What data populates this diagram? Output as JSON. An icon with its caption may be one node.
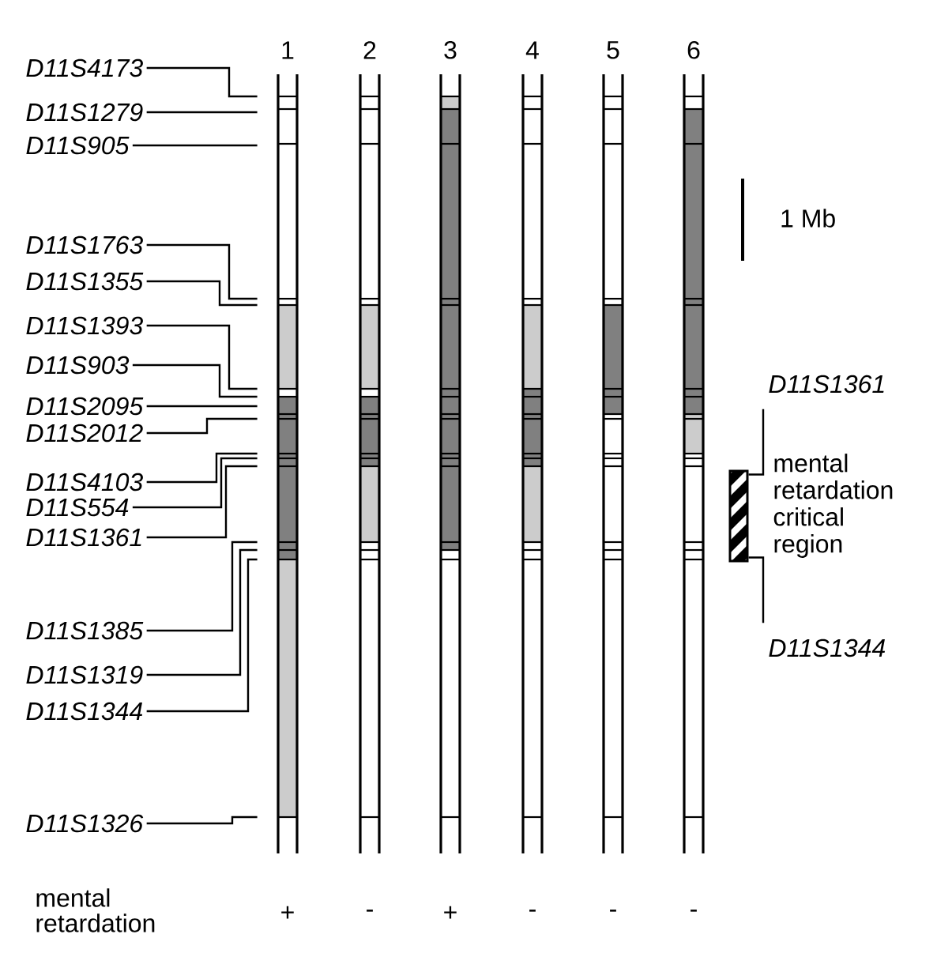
{
  "diagram": {
    "nodes": [
      {
        "text": [
          "D11S4173"
        ]
      },
      {
        "text": [
          "D11S1279"
        ]
      },
      {
        "text": [
          "D11S905"
        ]
      },
      {
        "text": [
          "D11S1763"
        ]
      },
      {
        "text": [
          "D11S1355"
        ]
      },
      {
        "text": [
          "D11S1393"
        ]
      },
      {
        "text": [
          "D11S903"
        ]
      },
      {
        "text": [
          "D11S2095"
        ]
      },
      {
        "text": [
          "D11S2012"
        ]
      },
      {
        "text": [
          "D11S4103"
        ]
      },
      {
        "text": [
          "D11S554"
        ]
      },
      {
        "text": [
          "D11S1361"
        ]
      },
      {
        "text": [
          "D11S1385"
        ]
      },
      {
        "text": [
          "D11S1319"
        ]
      },
      {
        "text": [
          "D11S1344"
        ]
      },
      {
        "text": [
          "D11S1326"
        ]
      },
      {
        "text": [
          "1"
        ]
      },
      {
        "text": [
          "2"
        ]
      },
      {
        "text": [
          "3"
        ]
      },
      {
        "text": [
          "4"
        ]
      },
      {
        "text": [
          "5"
        ]
      },
      {
        "text": [
          "6"
        ]
      },
      {
        "text": [
          "D11S1361"
        ]
      },
      {
        "text": [],
        "shape": "bar",
        "beside": [
          "mental retardation critical region"
        ]
      },
      {
        "text": [
          "D11S1344"
        ]
      }
    ],
    "edges": [
      {
        "from": 0,
        "to": 16,
        "arrow": "none"
      },
      {
        "from": 1,
        "to": 16,
        "arrow": "none"
      },
      {
        "from": 2,
        "to": 16,
        "arrow": "none"
      },
      {
        "from": 3,
        "to": 16,
        "arrow": "none"
      },
      {
        "from": 4,
        "to": 16,
        "arrow": "none"
      },
      {
        "from": 5,
        "to": 16,
        "arrow": "none"
      },
      {
        "from": 6,
        "to": 16,
        "arrow": "none"
      },
      {
        "from": 7,
        "to": 16,
        "arrow": "none"
      },
      {
        "from": 8,
        "to": 16,
        "arrow": "none"
      },
      {
        "from": 9,
        "to": 16,
        "arrow": "none"
      },
      {
        "from": 10,
        "to": 16,
        "arrow": "none"
      },
      {
        "from": 11,
        "to": 16,
        "arrow": "none"
      },
      {
        "from": 12,
        "to": 16,
        "arrow": "none"
      },
      {
        "from": 13,
        "to": 16,
        "arrow": "none"
      },
      {
        "from": 14,
        "to": 16,
        "arrow": "none"
      },
      {
        "from": 15,
        "to": 16,
        "arrow": "none"
      },
      {
        "from": 22,
        "to": 23,
        "arrow": "none"
      },
      {
        "from": 24,
        "to": 23,
        "arrow": "none"
      }
    ],
    "labels": [
      "1 Mb",
      "mental retardation",
      "+",
      "-",
      "+",
      "-",
      "-",
      "-"
    ]
  }
}
